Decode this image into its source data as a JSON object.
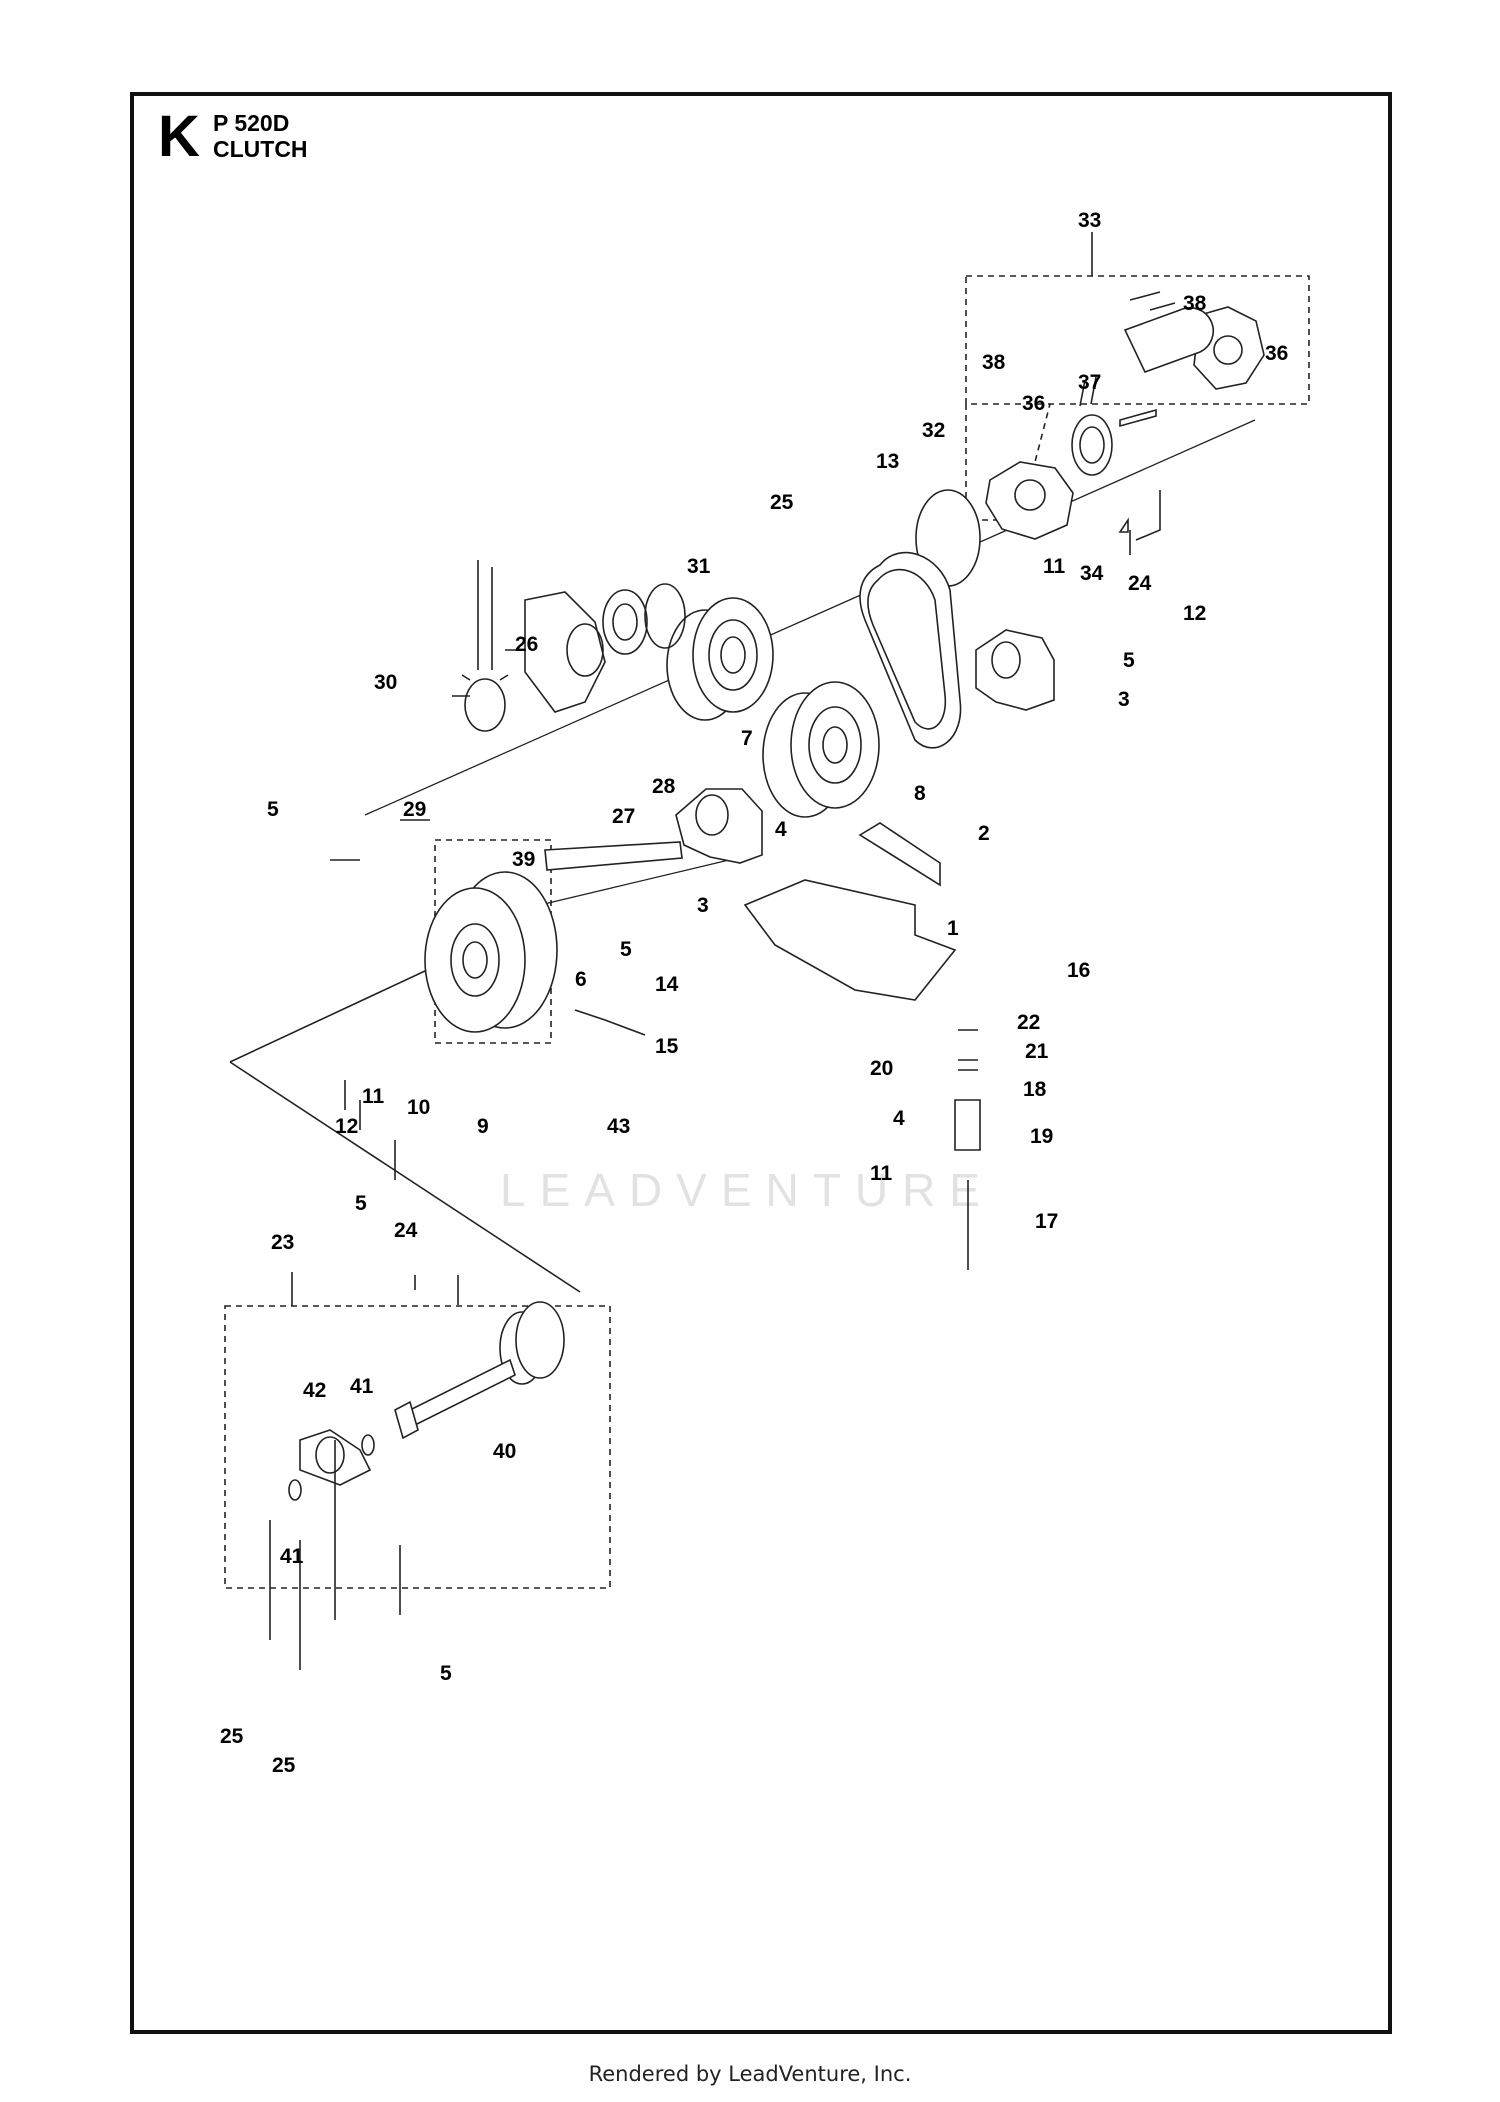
{
  "section": {
    "letter": "K",
    "model": "P 520D",
    "name": "CLUTCH"
  },
  "watermark": "LEADVENTURE",
  "footer": "Rendered by LeadVenture, Inc.",
  "callouts": [
    "33",
    "38",
    "38",
    "36",
    "36",
    "37",
    "32",
    "13",
    "25",
    "31",
    "11",
    "34",
    "24",
    "12",
    "26",
    "30",
    "5",
    "3",
    "28",
    "27",
    "7",
    "8",
    "5",
    "29",
    "2",
    "39",
    "4",
    "1",
    "3",
    "16",
    "6",
    "5",
    "14",
    "22",
    "21",
    "20",
    "15",
    "18",
    "10",
    "11",
    "12",
    "9",
    "43",
    "4",
    "19",
    "11",
    "17",
    "5",
    "23",
    "24",
    "42",
    "41",
    "40",
    "41",
    "5",
    "25",
    "25"
  ]
}
